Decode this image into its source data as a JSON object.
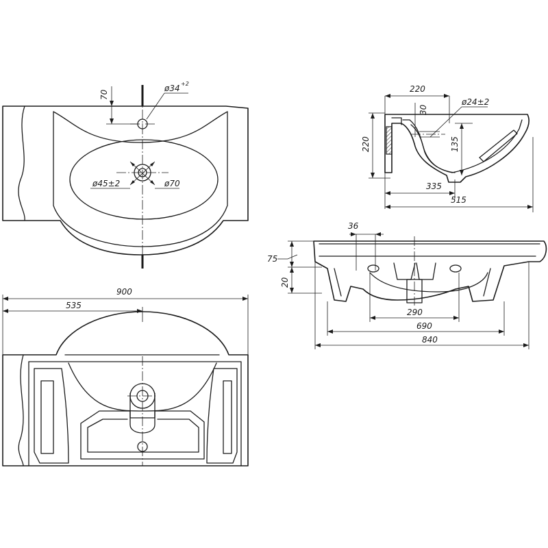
{
  "dimensions": {
    "d_70_offset": "70",
    "d_faucet_hole": "ø34",
    "d_faucet_tol": "+2",
    "d_drain": "ø45±2",
    "d_drain_outer": "ø70",
    "d_overall_width": "900",
    "d_half_width": "535",
    "d_depth_220": "220",
    "d_height_220": "220",
    "d_30": "30",
    "d_overflow_hole": "ø24±2",
    "d_135": "135",
    "d_335": "335",
    "d_515": "515",
    "d_36": "36",
    "d_75": "75",
    "d_20": "20",
    "d_290": "290",
    "d_690": "690",
    "d_840": "840"
  }
}
